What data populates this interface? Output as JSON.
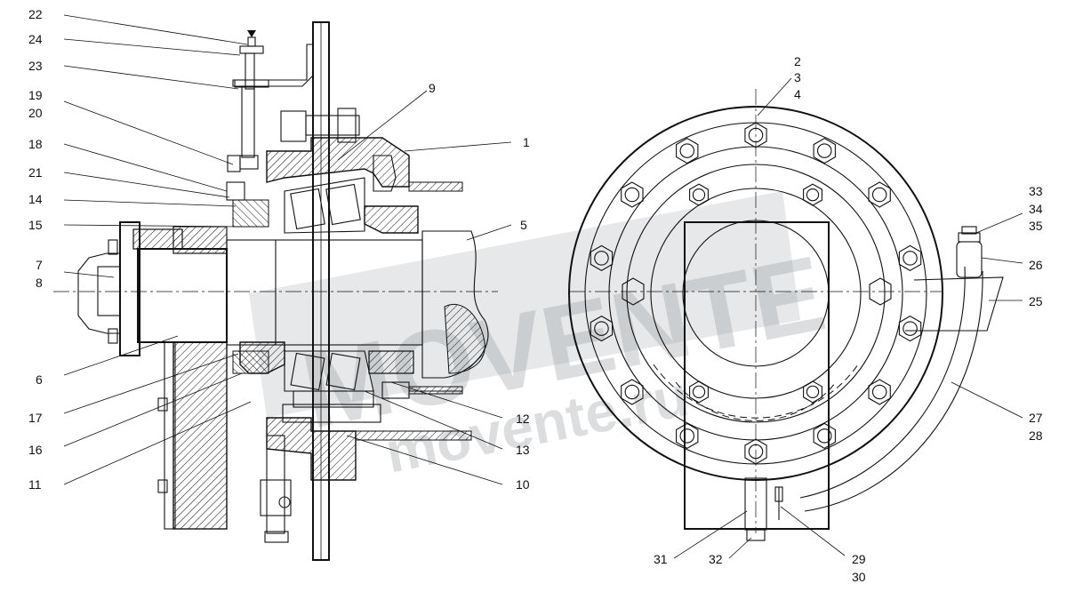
{
  "watermark": {
    "brand": "MOVENTE",
    "site": "movente.ru"
  },
  "left_view_labels": [
    "22",
    "24",
    "23",
    "19",
    "20",
    "18",
    "21",
    "14",
    "15",
    "7",
    "8",
    "6",
    "17",
    "16",
    "11",
    "9",
    "1",
    "5",
    "12",
    "13",
    "10"
  ],
  "right_view_labels": [
    "2",
    "3",
    "4",
    "33",
    "34",
    "35",
    "26",
    "25",
    "27",
    "28",
    "29",
    "30",
    "31",
    "32"
  ]
}
